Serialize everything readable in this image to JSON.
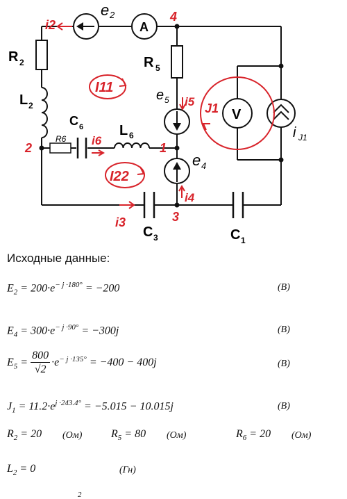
{
  "circuit": {
    "labels": {
      "e2": "e",
      "e2_sub": "2",
      "ammeter": "A",
      "node4": "4",
      "node2": "2",
      "node1": "1",
      "node3": "3",
      "R2": "R",
      "R2_sub": "2",
      "L2": "L",
      "L2_sub": "2",
      "R5": "R",
      "R5_sub": "5",
      "e5": "e",
      "e5_sub": "5",
      "C6": "C",
      "C6_sub": "6",
      "R6": "R6",
      "L6": "L",
      "L6_sub": "6",
      "e4": "e",
      "e4_sub": "4",
      "voltmeter": "V",
      "iJ1": "i",
      "iJ1_sub": "J1",
      "C3": "C",
      "C3_sub": "3",
      "C1": "C",
      "C1_sub": "1"
    },
    "red_labels": {
      "i2": "i2",
      "i5": "i5",
      "i6": "i6",
      "i4": "i4",
      "i3": "i3",
      "I11": "I11",
      "I22": "I22",
      "J1": "J1"
    }
  },
  "given": {
    "heading": "Исходные данные:",
    "E2": {
      "sym": "E",
      "sub": "2",
      "expr": " = 200·e",
      "exp": "− j ·180°",
      "result": " = −200",
      "unit": "(B)"
    },
    "E4": {
      "sym": "E",
      "sub": "4",
      "expr": " = 300·e",
      "exp": "− j ·90°",
      "result": " = −300j",
      "unit": "(B)"
    },
    "E5": {
      "sym": "E",
      "sub": "5",
      "num": "800",
      "den": "√2",
      "expr": "·e",
      "exp": "− j ·135°",
      "result": " = −400 − 400j",
      "unit": "(B)"
    },
    "J1": {
      "sym": "J",
      "sub": "1",
      "expr": " = 11.2·e",
      "exp": "j ·243.4°",
      "result": " = −5.015 − 10.015j",
      "unit": "(B)"
    },
    "R2": {
      "sym": "R",
      "sub": "2",
      "expr": " = 20",
      "unit": "(Ом)"
    },
    "R5": {
      "sym": "R",
      "sub": "5",
      "expr": " = 80",
      "unit": "(Ом)"
    },
    "R6": {
      "sym": "R",
      "sub": "6",
      "expr": " = 20",
      "unit": "(Ом)"
    },
    "L2": {
      "sym": "L",
      "sub": "2",
      "expr": " = 0",
      "unit": "(Гн)"
    },
    "cut_fragment": "2"
  }
}
